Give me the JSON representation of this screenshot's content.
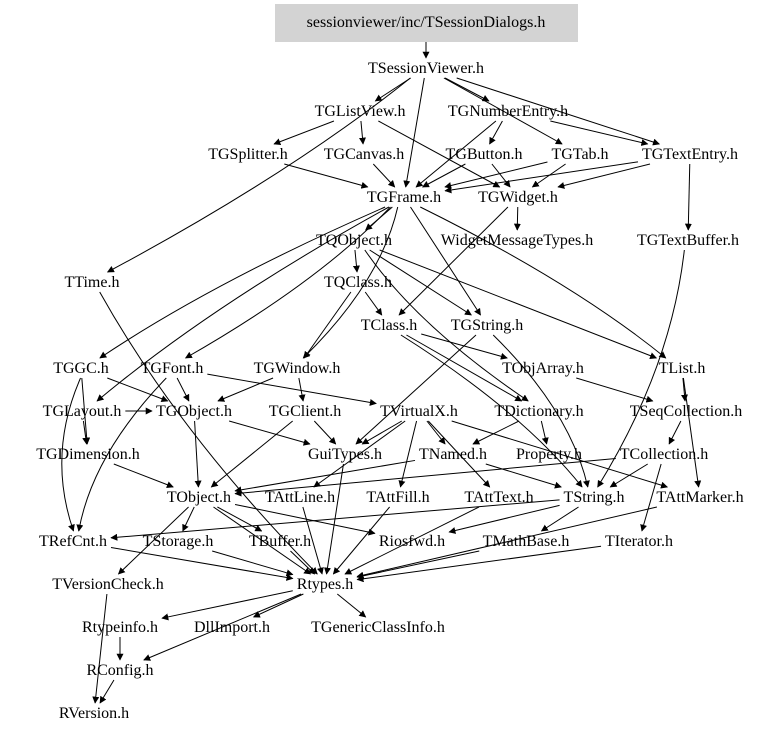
{
  "diagram": {
    "type": "include-dependency-graph",
    "root": "sessionviewer/inc/TSessionDialogs.h",
    "root_fill": "#d3d3d3",
    "nodes": [
      {
        "id": "root",
        "label": "sessionviewer/inc/TSessionDialogs.h"
      },
      {
        "id": "TSessionViewer",
        "label": "TSessionViewer.h"
      },
      {
        "id": "TGListView",
        "label": "TGListView.h"
      },
      {
        "id": "TGNumberEntry",
        "label": "TGNumberEntry.h"
      },
      {
        "id": "TGSplitter",
        "label": "TGSplitter.h"
      },
      {
        "id": "TGCanvas",
        "label": "TGCanvas.h"
      },
      {
        "id": "TGButton",
        "label": "TGButton.h"
      },
      {
        "id": "TGTab",
        "label": "TGTab.h"
      },
      {
        "id": "TGTextEntry",
        "label": "TGTextEntry.h"
      },
      {
        "id": "TGFrame",
        "label": "TGFrame.h"
      },
      {
        "id": "TGWidget",
        "label": "TGWidget.h"
      },
      {
        "id": "TQObject",
        "label": "TQObject.h"
      },
      {
        "id": "WidgetMessageTypes",
        "label": "WidgetMessageTypes.h"
      },
      {
        "id": "TGTextBuffer",
        "label": "TGTextBuffer.h"
      },
      {
        "id": "TTime",
        "label": "TTime.h"
      },
      {
        "id": "TQClass",
        "label": "TQClass.h"
      },
      {
        "id": "TClass",
        "label": "TClass.h"
      },
      {
        "id": "TGString",
        "label": "TGString.h"
      },
      {
        "id": "TGGC",
        "label": "TGGC.h"
      },
      {
        "id": "TGFont",
        "label": "TGFont.h"
      },
      {
        "id": "TGWindow",
        "label": "TGWindow.h"
      },
      {
        "id": "TObjArray",
        "label": "TObjArray.h"
      },
      {
        "id": "TList",
        "label": "TList.h"
      },
      {
        "id": "TGLayout",
        "label": "TGLayout.h"
      },
      {
        "id": "TGObject",
        "label": "TGObject.h"
      },
      {
        "id": "TGClient",
        "label": "TGClient.h"
      },
      {
        "id": "TVirtualX",
        "label": "TVirtualX.h"
      },
      {
        "id": "TDictionary",
        "label": "TDictionary.h"
      },
      {
        "id": "TSeqCollection",
        "label": "TSeqCollection.h"
      },
      {
        "id": "TGDimension",
        "label": "TGDimension.h"
      },
      {
        "id": "GuiTypes",
        "label": "GuiTypes.h"
      },
      {
        "id": "TNamed",
        "label": "TNamed.h"
      },
      {
        "id": "Property",
        "label": "Property.h"
      },
      {
        "id": "TCollection",
        "label": "TCollection.h"
      },
      {
        "id": "TObject",
        "label": "TObject.h"
      },
      {
        "id": "TAttLine",
        "label": "TAttLine.h"
      },
      {
        "id": "TAttFill",
        "label": "TAttFill.h"
      },
      {
        "id": "TAttText",
        "label": "TAttText.h"
      },
      {
        "id": "TString",
        "label": "TString.h"
      },
      {
        "id": "TAttMarker",
        "label": "TAttMarker.h"
      },
      {
        "id": "TRefCnt",
        "label": "TRefCnt.h"
      },
      {
        "id": "TStorage",
        "label": "TStorage.h"
      },
      {
        "id": "TBuffer",
        "label": "TBuffer.h"
      },
      {
        "id": "Riosfwd",
        "label": "Riosfwd.h"
      },
      {
        "id": "TMathBase",
        "label": "TMathBase.h"
      },
      {
        "id": "TIterator",
        "label": "TIterator.h"
      },
      {
        "id": "TVersionCheck",
        "label": "TVersionCheck.h"
      },
      {
        "id": "Rtypes",
        "label": "Rtypes.h"
      },
      {
        "id": "Rtypeinfo",
        "label": "Rtypeinfo.h"
      },
      {
        "id": "DllImport",
        "label": "DllImport.h"
      },
      {
        "id": "TGenericClassInfo",
        "label": "TGenericClassInfo.h"
      },
      {
        "id": "RConfig",
        "label": "RConfig.h"
      },
      {
        "id": "RVersion",
        "label": "RVersion.h"
      }
    ],
    "edges": [
      [
        "root",
        "TSessionViewer"
      ],
      [
        "TSessionViewer",
        "TGListView"
      ],
      [
        "TSessionViewer",
        "TGNumberEntry"
      ],
      [
        "TSessionViewer",
        "TTime"
      ],
      [
        "TSessionViewer",
        "TGTab"
      ],
      [
        "TSessionViewer",
        "TGTextEntry"
      ],
      [
        "TSessionViewer",
        "TGFrame"
      ],
      [
        "TGListView",
        "TGSplitter"
      ],
      [
        "TGListView",
        "TGCanvas"
      ],
      [
        "TGListView",
        "TGWidget"
      ],
      [
        "TGNumberEntry",
        "TGButton"
      ],
      [
        "TGNumberEntry",
        "TGTextEntry"
      ],
      [
        "TGNumberEntry",
        "TGFrame"
      ],
      [
        "TGSplitter",
        "TGFrame"
      ],
      [
        "TGCanvas",
        "TGFrame"
      ],
      [
        "TGButton",
        "TGFrame"
      ],
      [
        "TGButton",
        "TGWidget"
      ],
      [
        "TGTab",
        "TGFrame"
      ],
      [
        "TGTab",
        "TGWidget"
      ],
      [
        "TGTextEntry",
        "TGFrame"
      ],
      [
        "TGTextEntry",
        "TGWidget"
      ],
      [
        "TGTextEntry",
        "TGTextBuffer"
      ],
      [
        "TGFrame",
        "TQObject"
      ],
      [
        "TGFrame",
        "TGWindow"
      ],
      [
        "TGFrame",
        "TGGC"
      ],
      [
        "TGFrame",
        "TGFont"
      ],
      [
        "TGFrame",
        "TGLayout"
      ],
      [
        "TGFrame",
        "TGString"
      ],
      [
        "TGFrame",
        "TList"
      ],
      [
        "TGWidget",
        "WidgetMessageTypes"
      ],
      [
        "TGWidget",
        "TClass"
      ],
      [
        "TQObject",
        "TQClass"
      ],
      [
        "TQObject",
        "TGString"
      ],
      [
        "TQObject",
        "TDictionary"
      ],
      [
        "TQObject",
        "TList"
      ],
      [
        "TQClass",
        "TClass"
      ],
      [
        "TQClass",
        "TGWindow"
      ],
      [
        "TClass",
        "TDictionary"
      ],
      [
        "TClass",
        "TObjArray"
      ],
      [
        "TClass",
        "TString"
      ],
      [
        "TGString",
        "TString"
      ],
      [
        "TGString",
        "GuiTypes"
      ],
      [
        "TGTextBuffer",
        "TString"
      ],
      [
        "TTime",
        "Rtypes"
      ],
      [
        "TGGC",
        "TGObject"
      ],
      [
        "TGGC",
        "TRefCnt"
      ],
      [
        "TGGC",
        "TGDimension"
      ],
      [
        "TGFont",
        "TGObject"
      ],
      [
        "TGFont",
        "TRefCnt"
      ],
      [
        "TGFont",
        "TVirtualX"
      ],
      [
        "TGWindow",
        "TGClient"
      ],
      [
        "TGWindow",
        "TGObject"
      ],
      [
        "TObjArray",
        "TSeqCollection"
      ],
      [
        "TList",
        "TSeqCollection"
      ],
      [
        "TList",
        "TAttMarker"
      ],
      [
        "TGLayout",
        "TGDimension"
      ],
      [
        "TGLayout",
        "TGObject"
      ],
      [
        "TGObject",
        "GuiTypes"
      ],
      [
        "TGObject",
        "TObject"
      ],
      [
        "TGClient",
        "GuiTypes"
      ],
      [
        "TGClient",
        "TObject"
      ],
      [
        "TVirtualX",
        "GuiTypes"
      ],
      [
        "TVirtualX",
        "TNamed"
      ],
      [
        "TVirtualX",
        "TAttLine"
      ],
      [
        "TVirtualX",
        "TAttFill"
      ],
      [
        "TVirtualX",
        "TAttText"
      ],
      [
        "TVirtualX",
        "TAttMarker"
      ],
      [
        "TDictionary",
        "TNamed"
      ],
      [
        "TDictionary",
        "Property"
      ],
      [
        "TSeqCollection",
        "TCollection"
      ],
      [
        "TGDimension",
        "TObject"
      ],
      [
        "GuiTypes",
        "Rtypes"
      ],
      [
        "TNamed",
        "TObject"
      ],
      [
        "TNamed",
        "TString"
      ],
      [
        "TCollection",
        "TObject"
      ],
      [
        "TCollection",
        "TString"
      ],
      [
        "TCollection",
        "TIterator"
      ],
      [
        "TObject",
        "Rtypes"
      ],
      [
        "TObject",
        "TStorage"
      ],
      [
        "TObject",
        "TBuffer"
      ],
      [
        "TObject",
        "TVersionCheck"
      ],
      [
        "TObject",
        "Riosfwd"
      ],
      [
        "TAttLine",
        "Rtypes"
      ],
      [
        "TAttFill",
        "Rtypes"
      ],
      [
        "TAttText",
        "Rtypes"
      ],
      [
        "TString",
        "TRefCnt"
      ],
      [
        "TString",
        "Riosfwd"
      ],
      [
        "TString",
        "TMathBase"
      ],
      [
        "TAttMarker",
        "Rtypes"
      ],
      [
        "TRefCnt",
        "Rtypes"
      ],
      [
        "TStorage",
        "Rtypes"
      ],
      [
        "TBuffer",
        "Rtypes"
      ],
      [
        "TMathBase",
        "Rtypes"
      ],
      [
        "TIterator",
        "Rtypes"
      ],
      [
        "TVersionCheck",
        "RVersion"
      ],
      [
        "Rtypes",
        "Rtypeinfo"
      ],
      [
        "Rtypes",
        "DllImport"
      ],
      [
        "Rtypes",
        "TGenericClassInfo"
      ],
      [
        "Rtypes",
        "RConfig"
      ],
      [
        "Rtypeinfo",
        "RConfig"
      ],
      [
        "RConfig",
        "RVersion"
      ]
    ]
  }
}
